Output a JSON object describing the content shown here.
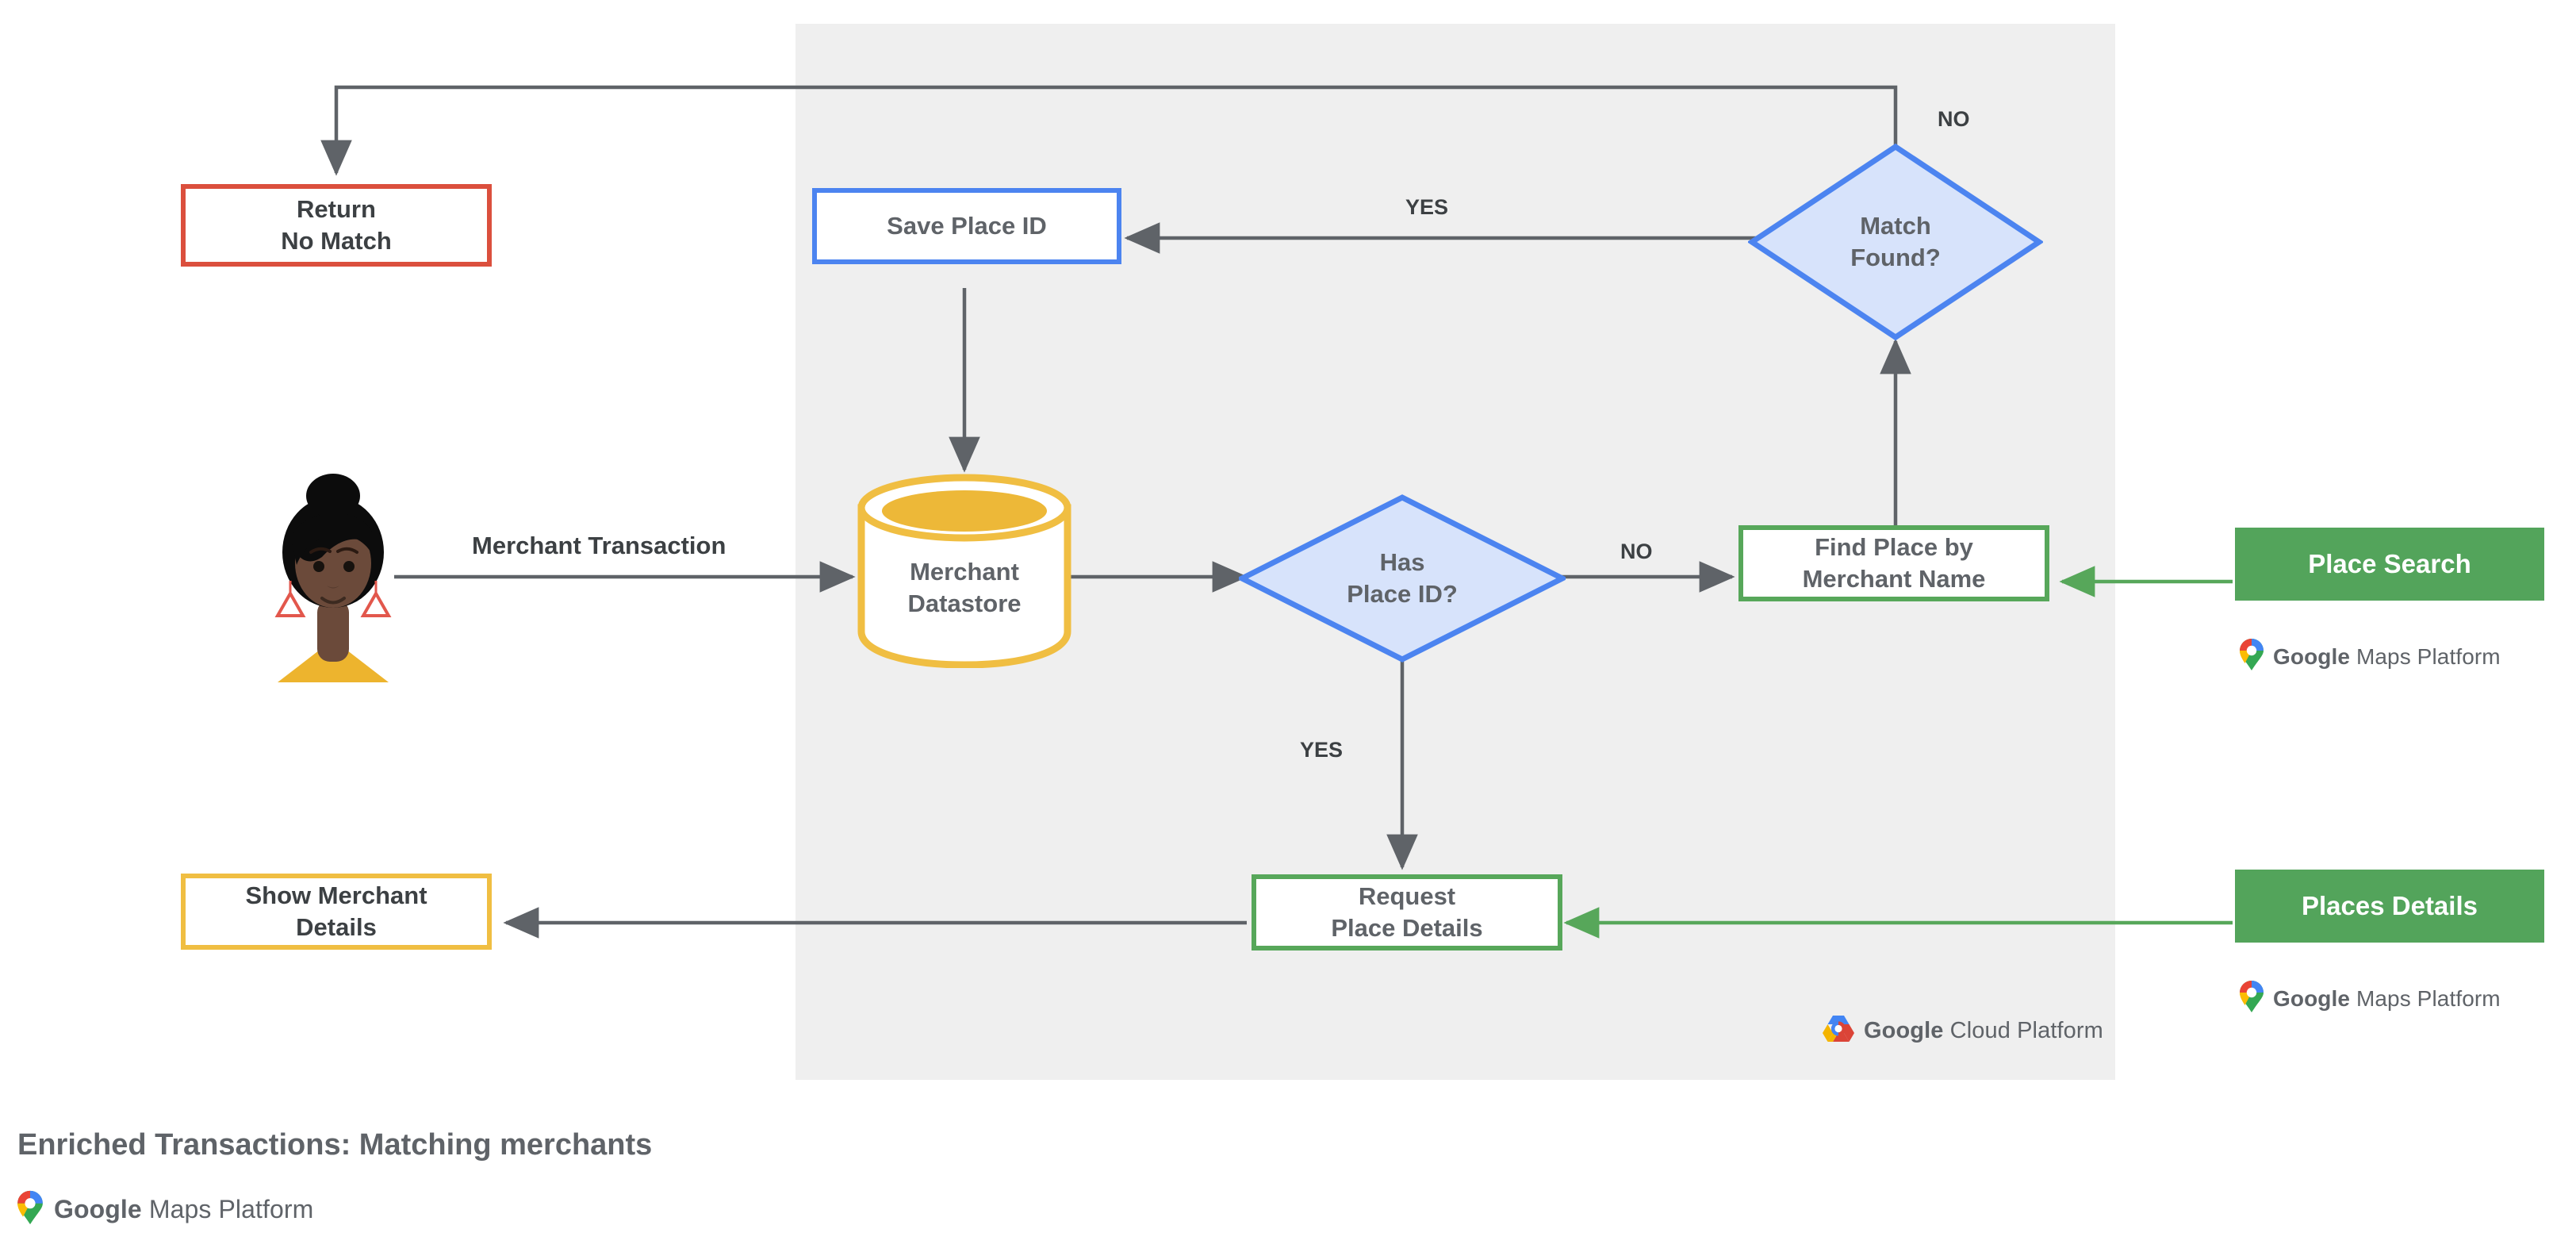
{
  "diagram": {
    "title": "Enriched Transactions: Matching merchants",
    "container_panel_label": "google-cloud-platform-container",
    "colors": {
      "panel_bg": "#EFEFEF",
      "red": "#DB4F3D",
      "blue": "#4C84F0",
      "blue_fill": "#D7E3FB",
      "green": "#57A75A",
      "green_fill": "#53A45B",
      "yellow": "#F0BE42",
      "connector": "#5F6368",
      "text": "#5F6368"
    },
    "nodes": {
      "return_no_match": "Return\nNo Match",
      "save_place_id": "Save Place ID",
      "match_found": "Match\nFound?",
      "merchant_datastore": "Merchant\nDatastore",
      "has_place_id": "Has\nPlace ID?",
      "find_place_by_merchant_name": "Find Place by\nMerchant Name",
      "place_search": "Place Search",
      "request_place_details": "Request\nPlace Details",
      "places_details": "Places Details",
      "show_merchant_details": "Show Merchant\nDetails"
    },
    "edge_labels": {
      "merchant_transaction": "Merchant Transaction",
      "yes_match_found": "YES",
      "no_match_found": "NO",
      "no_has_place_id": "NO",
      "yes_has_place_id": "YES"
    },
    "logos": {
      "google": "Google",
      "maps_platform": "Maps Platform",
      "cloud_platform": "Cloud Platform"
    }
  }
}
